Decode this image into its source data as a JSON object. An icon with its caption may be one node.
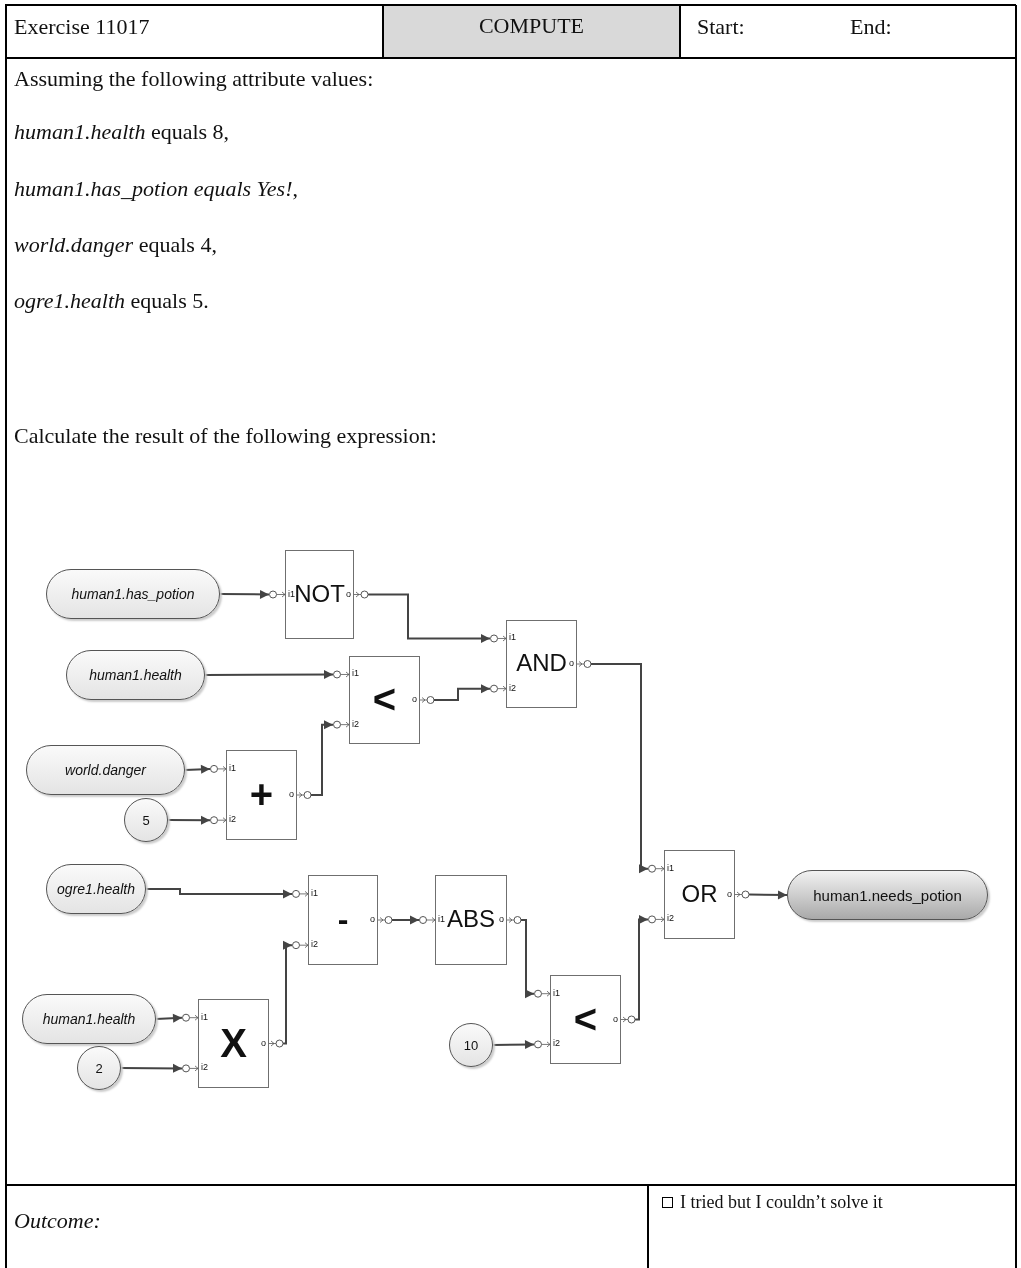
{
  "diagram": {
    "nodes": [
      {
        "text": [
          "human1.has_potion"
        ]
      },
      {
        "text": [
          "i1",
          "NOT",
          "o"
        ]
      },
      {
        "text": [
          "human1.health"
        ]
      },
      {
        "text": [
          "i1",
          "i2",
          "<",
          "o"
        ]
      },
      {
        "text": [
          "i1",
          "i2",
          "AND",
          "o"
        ]
      },
      {
        "text": [
          "world.danger"
        ]
      },
      {
        "text": [
          "5"
        ]
      },
      {
        "text": [
          "i1",
          "i2",
          "+",
          "o"
        ]
      },
      {
        "text": [
          "ogre1.health"
        ]
      },
      {
        "text": [
          "i1",
          "i2",
          "-",
          "o"
        ]
      },
      {
        "text": [
          "i1",
          "ABS",
          "o"
        ]
      },
      {
        "text": [
          "i1",
          "i2",
          "OR",
          "o"
        ]
      },
      {
        "text": [
          "human1.needs_potion"
        ]
      },
      {
        "text": [
          "i1",
          "i2",
          "<",
          "o"
        ]
      },
      {
        "text": [
          "human1.health"
        ]
      },
      {
        "text": [
          "2"
        ]
      },
      {
        "text": [
          "i1",
          "i2",
          "X",
          "o"
        ]
      },
      {
        "text": [
          "10"
        ]
      }
    ],
    "edges": [
      {
        "from": 0,
        "to": 1,
        "arrow": "to"
      },
      {
        "from": 2,
        "to": 3,
        "arrow": "to"
      },
      {
        "from": 1,
        "to": 4,
        "arrow": "to"
      },
      {
        "from": 5,
        "to": 7,
        "arrow": "to"
      },
      {
        "from": 6,
        "to": 7,
        "arrow": "to"
      },
      {
        "from": 7,
        "to": 3,
        "arrow": "to"
      },
      {
        "from": 3,
        "to": 4,
        "arrow": "to"
      },
      {
        "from": 8,
        "to": 9,
        "arrow": "to"
      },
      {
        "from": 14,
        "to": 16,
        "arrow": "to"
      },
      {
        "from": 15,
        "to": 16,
        "arrow": "to"
      },
      {
        "from": 16,
        "to": 9,
        "arrow": "to"
      },
      {
        "from": 9,
        "to": 10,
        "arrow": "to"
      },
      {
        "from": 10,
        "to": 13,
        "arrow": "to"
      },
      {
        "from": 17,
        "to": 13,
        "arrow": "to"
      },
      {
        "from": 4,
        "to": 11,
        "arrow": "to"
      },
      {
        "from": 13,
        "to": 11,
        "arrow": "to"
      },
      {
        "from": 11,
        "to": 12,
        "arrow": "to"
      }
    ],
    "labels": [
      "Exercise 11017",
      "COMPUTE",
      "Start:",
      "End:",
      "Assuming the following attribute values:",
      "*human1.health* equals 8,",
      "*human1.has_potion equals Yes!*,",
      "*world.danger* equals 4,",
      "*ogre1.health* equals 5.",
      "Calculate the result of the following expression:",
      "Outcome:",
      "I tried but I couldn’t solve it"
    ]
  }
}
